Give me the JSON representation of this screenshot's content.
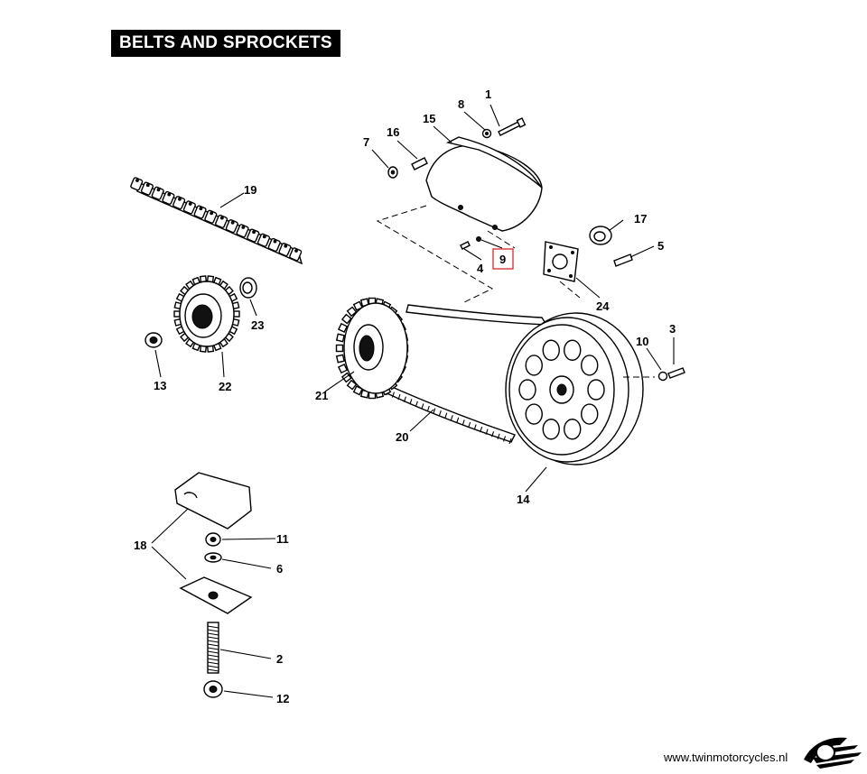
{
  "title": "BELTS AND SPROCKETS",
  "footer": {
    "website": "www.twinmotorcycles.nl"
  },
  "callouts": [
    {
      "id": "c1",
      "text": "1"
    },
    {
      "id": "c2",
      "text": "2"
    },
    {
      "id": "c3",
      "text": "3"
    },
    {
      "id": "c4",
      "text": "4"
    },
    {
      "id": "c5",
      "text": "5"
    },
    {
      "id": "c6",
      "text": "6"
    },
    {
      "id": "c7",
      "text": "7"
    },
    {
      "id": "c8",
      "text": "8"
    },
    {
      "id": "c9",
      "text": "9"
    },
    {
      "id": "c10",
      "text": "10"
    },
    {
      "id": "c11",
      "text": "11"
    },
    {
      "id": "c12",
      "text": "12"
    },
    {
      "id": "c13",
      "text": "13"
    },
    {
      "id": "c14",
      "text": "14"
    },
    {
      "id": "c15",
      "text": "15"
    },
    {
      "id": "c16",
      "text": "16"
    },
    {
      "id": "c17",
      "text": "17"
    },
    {
      "id": "c18",
      "text": "18"
    },
    {
      "id": "c19",
      "text": "19"
    },
    {
      "id": "c20",
      "text": "20"
    },
    {
      "id": "c21",
      "text": "21"
    },
    {
      "id": "c22",
      "text": "22"
    },
    {
      "id": "c23",
      "text": "23"
    },
    {
      "id": "c24",
      "text": "24"
    }
  ],
  "highlight": {
    "callout": "9",
    "color": "#d9262c"
  },
  "logo": {
    "icon": "winged-logo-icon",
    "color": "#000000"
  }
}
